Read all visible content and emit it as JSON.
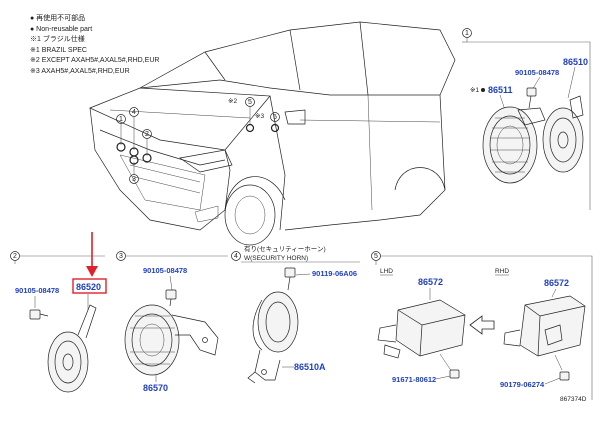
{
  "legend": [
    "● 再使用不可部品",
    "● Non-reusable part",
    "※1 ブラジル仕様",
    "※1 BRAZIL SPEC",
    "※2 EXCEPT AXAH5#,AXAL5#,RHD,EUR",
    "※3 AXAH5#,AXAL5#,RHD,EUR"
  ],
  "callouts": {
    "c1": "1",
    "c2": "2",
    "c3": "3",
    "c4": "4",
    "c5": "5"
  },
  "car_marks": {
    "m2": "※2",
    "m3": "※3"
  },
  "section1": {
    "num": "1",
    "bolt": "90105-08478",
    "horn": "86510",
    "sub_mark": "※1",
    "sub": "86511"
  },
  "section2": {
    "num": "2",
    "bolt": "90105-08478",
    "horn": "86520"
  },
  "section3": {
    "num": "3",
    "bolt": "90105-08478",
    "horn": "86570"
  },
  "section4": {
    "num": "4",
    "title_jp": "有り(セキュリティーホーン)",
    "title_en": "W(SECURITY HORN)",
    "bolt": "90119-06A06",
    "horn": "86510A"
  },
  "section5": {
    "num": "5",
    "lhd": "LHD",
    "rhd": "RHD",
    "unit_lhd": "86572",
    "unit_rhd": "86572",
    "bolt_lhd": "91671-80612",
    "bolt_rhd": "90179-06274"
  },
  "drawing_id": "867374D",
  "colors": {
    "part_number": "#1f3fbf",
    "highlight": "#e0202a"
  }
}
